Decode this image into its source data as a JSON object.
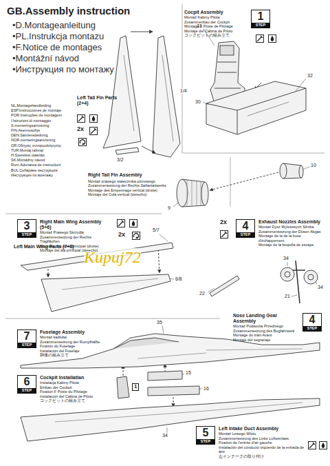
{
  "diagram": {
    "title": "GB.Assembly instruction",
    "nodes": [
      {
        "text": [
          "1",
          "STEP",
          "Cocpit Assembly",
          "Montaż Kabiny Pilota",
          "Zusammenbau der Cockpit",
          "Montage F Poste de Pilotage",
          "Montaje del Cabina de Piloto",
          "コックピットの組み立て"
        ]
      },
      {
        "text": [
          "3",
          "STEP",
          "Right Main Wing Assembly (5+6)",
          "Montaż Prawego Skrzydła",
          "Zusammensetzung der Rechts Tragflächen",
          "Montage des ailes principal (droite)",
          "Montaje del ala principal (derecho)"
        ]
      },
      {
        "text": [
          "4",
          "STEP",
          "Exhaust Nozzles Assembly",
          "Montaż Dysz Wylotowych Silnika",
          "Zusammensetzung der Düsen Abgas",
          "Montage de la de la buse d'échappement",
          "Montaje de la boquilla de escape"
        ]
      },
      {
        "text": [
          "4",
          "STEP",
          "Nose Landing Gear Assembly",
          "Montaż Podwozia Przedniego",
          "Zusammensetzung des Bugfahrwerk",
          "Montage du train Avant",
          "Montaje del segranaje"
        ]
      },
      {
        "text": [
          "7",
          "STEP",
          "Fuselage Assembly",
          "Montaż kadłuba",
          "Zusammensetzung der Rumpfhälfte",
          "Fixation du Fuselage",
          "Instalación del Fuselaje",
          "胴体の組み立て"
        ]
      },
      {
        "text": [
          "6",
          "STEP",
          "Cockpit Installatian",
          "Instalacja Kabiny Pilota",
          "Einbau der Cockpit",
          "Fixation F Poste du Pilotage",
          "Instalacion del Cabina de Piloto",
          "コックピットの組み立て"
        ]
      },
      {
        "text": [
          "5",
          "STEP",
          "Left Intake Duct Assembly",
          "Montaż Lewego Wlotu",
          "Zusammensetzung des Links Luftseinlass",
          "Fixation de l'entrée d'air gauche",
          "Instalación del conducto izquierdo de la entrada de aire",
          "左インテークの取り付け"
        ]
      }
    ],
    "labels": [
      "•D.Montageanleitung",
      "•PL.Instrukcja montazu",
      "•F.Notice de montages",
      "•Montážní návod",
      "•Инструкция по монтажу",
      "NL.Montagehandleiding",
      "ESP.Instrucciones de montaje",
      "POR.Instruções de montagem",
      "I.Istruzioni di montaggio",
      "S.monteringsanvisning",
      "FIN.Asennusohje",
      "DEN.Samlevejledning",
      "NOR.monteringsanvisning",
      "GR.Οδηγίες συναρμολόγησης",
      "TUR.Montaj talimat",
      "H.Szerelési útasítás",
      "SK.Montážny návod",
      "Rum.Adunarea de instrucțiuni",
      "BUL.Сьбаряне инструкция",
      "Инструкции по монтажу",
      "Left Tail Fin Parts (2+4)",
      "2x",
      "1/4",
      "3/2",
      "Right Tail Fin Assembly",
      "Montaż prawego statecznika pionowego",
      "Zusammensetzung der Rechts Saftanlaitwerks",
      "Montage des Empennage vertical (droite)",
      "Montaje del Cola vertical (derecho)",
      "31",
      "30",
      "32",
      "10",
      "9",
      "2x",
      "Left Main Wing Parts (7+8)",
      "2x",
      "5/7",
      "6/8",
      "Kupuj72",
      "34",
      "34",
      "21",
      "22",
      "35",
      "15",
      "16",
      "1",
      "34"
    ]
  }
}
